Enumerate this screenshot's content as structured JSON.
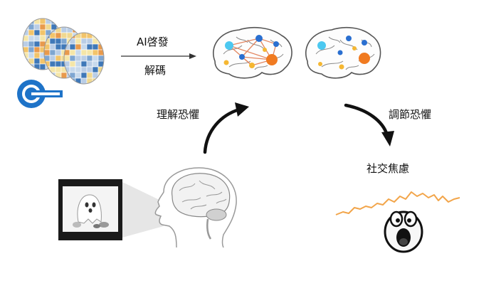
{
  "labels": {
    "ai_inspire": "AI啓發",
    "decode": "解碼",
    "understand_fear": "理解恐懼",
    "regulate_fear": "調節恐懼",
    "social_anxiety": "社交焦慮"
  },
  "colors": {
    "heatmap_palette": [
      "#f5e6a8",
      "#f2c46a",
      "#e89a4c",
      "#b9cde6",
      "#7ea6d2",
      "#3f78b8",
      "#f0d890",
      "#c7d9ec"
    ],
    "brain_outline": "#555555",
    "network_edge": "#e07a50",
    "node_cyan": "#4cc8f0",
    "node_blue": "#2a6fd0",
    "node_orange": "#f07a20",
    "node_yellow": "#f5b732",
    "anxiety_trace": "#f2a54a",
    "scanner_blue": "#1e73c8",
    "arrow": "#111111"
  },
  "icons": [
    "fmri-heatmap-slices-icon",
    "mri-scanner-icon",
    "brain-network-icon",
    "head-profile-brain-icon",
    "ghost-screen-icon",
    "scared-face-icon"
  ]
}
